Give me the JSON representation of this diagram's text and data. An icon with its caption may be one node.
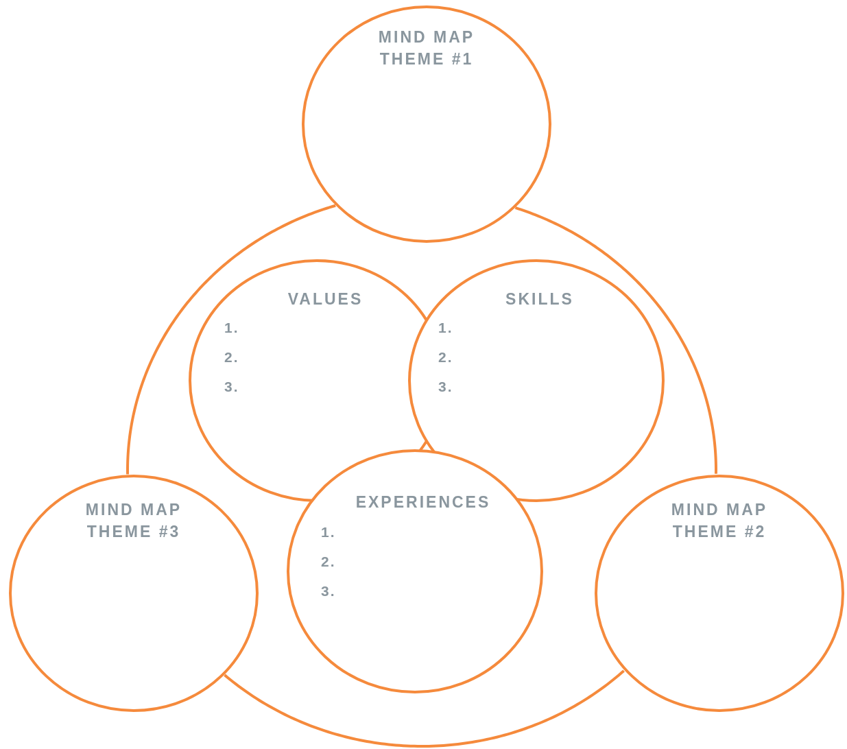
{
  "diagram": {
    "nodes": [
      {
        "text": [
          "MIND MAP THEME #1"
        ]
      },
      {
        "text": [
          "VALUES",
          "1.",
          "2.",
          "3."
        ]
      },
      {
        "text": [
          "SKILLS",
          "1.",
          "2.",
          "3."
        ]
      },
      {
        "text": [
          "MIND MAP THEME #3"
        ]
      },
      {
        "text": [
          "EXPERIENCES",
          "1.",
          "2.",
          "3."
        ]
      },
      {
        "text": [
          "MIND MAP THEME #2"
        ]
      }
    ],
    "edges": [
      {
        "from": 0,
        "to": 3,
        "arrow": "none"
      },
      {
        "from": 0,
        "to": 5,
        "arrow": "none"
      },
      {
        "from": 3,
        "to": 5,
        "arrow": "none"
      }
    ]
  }
}
